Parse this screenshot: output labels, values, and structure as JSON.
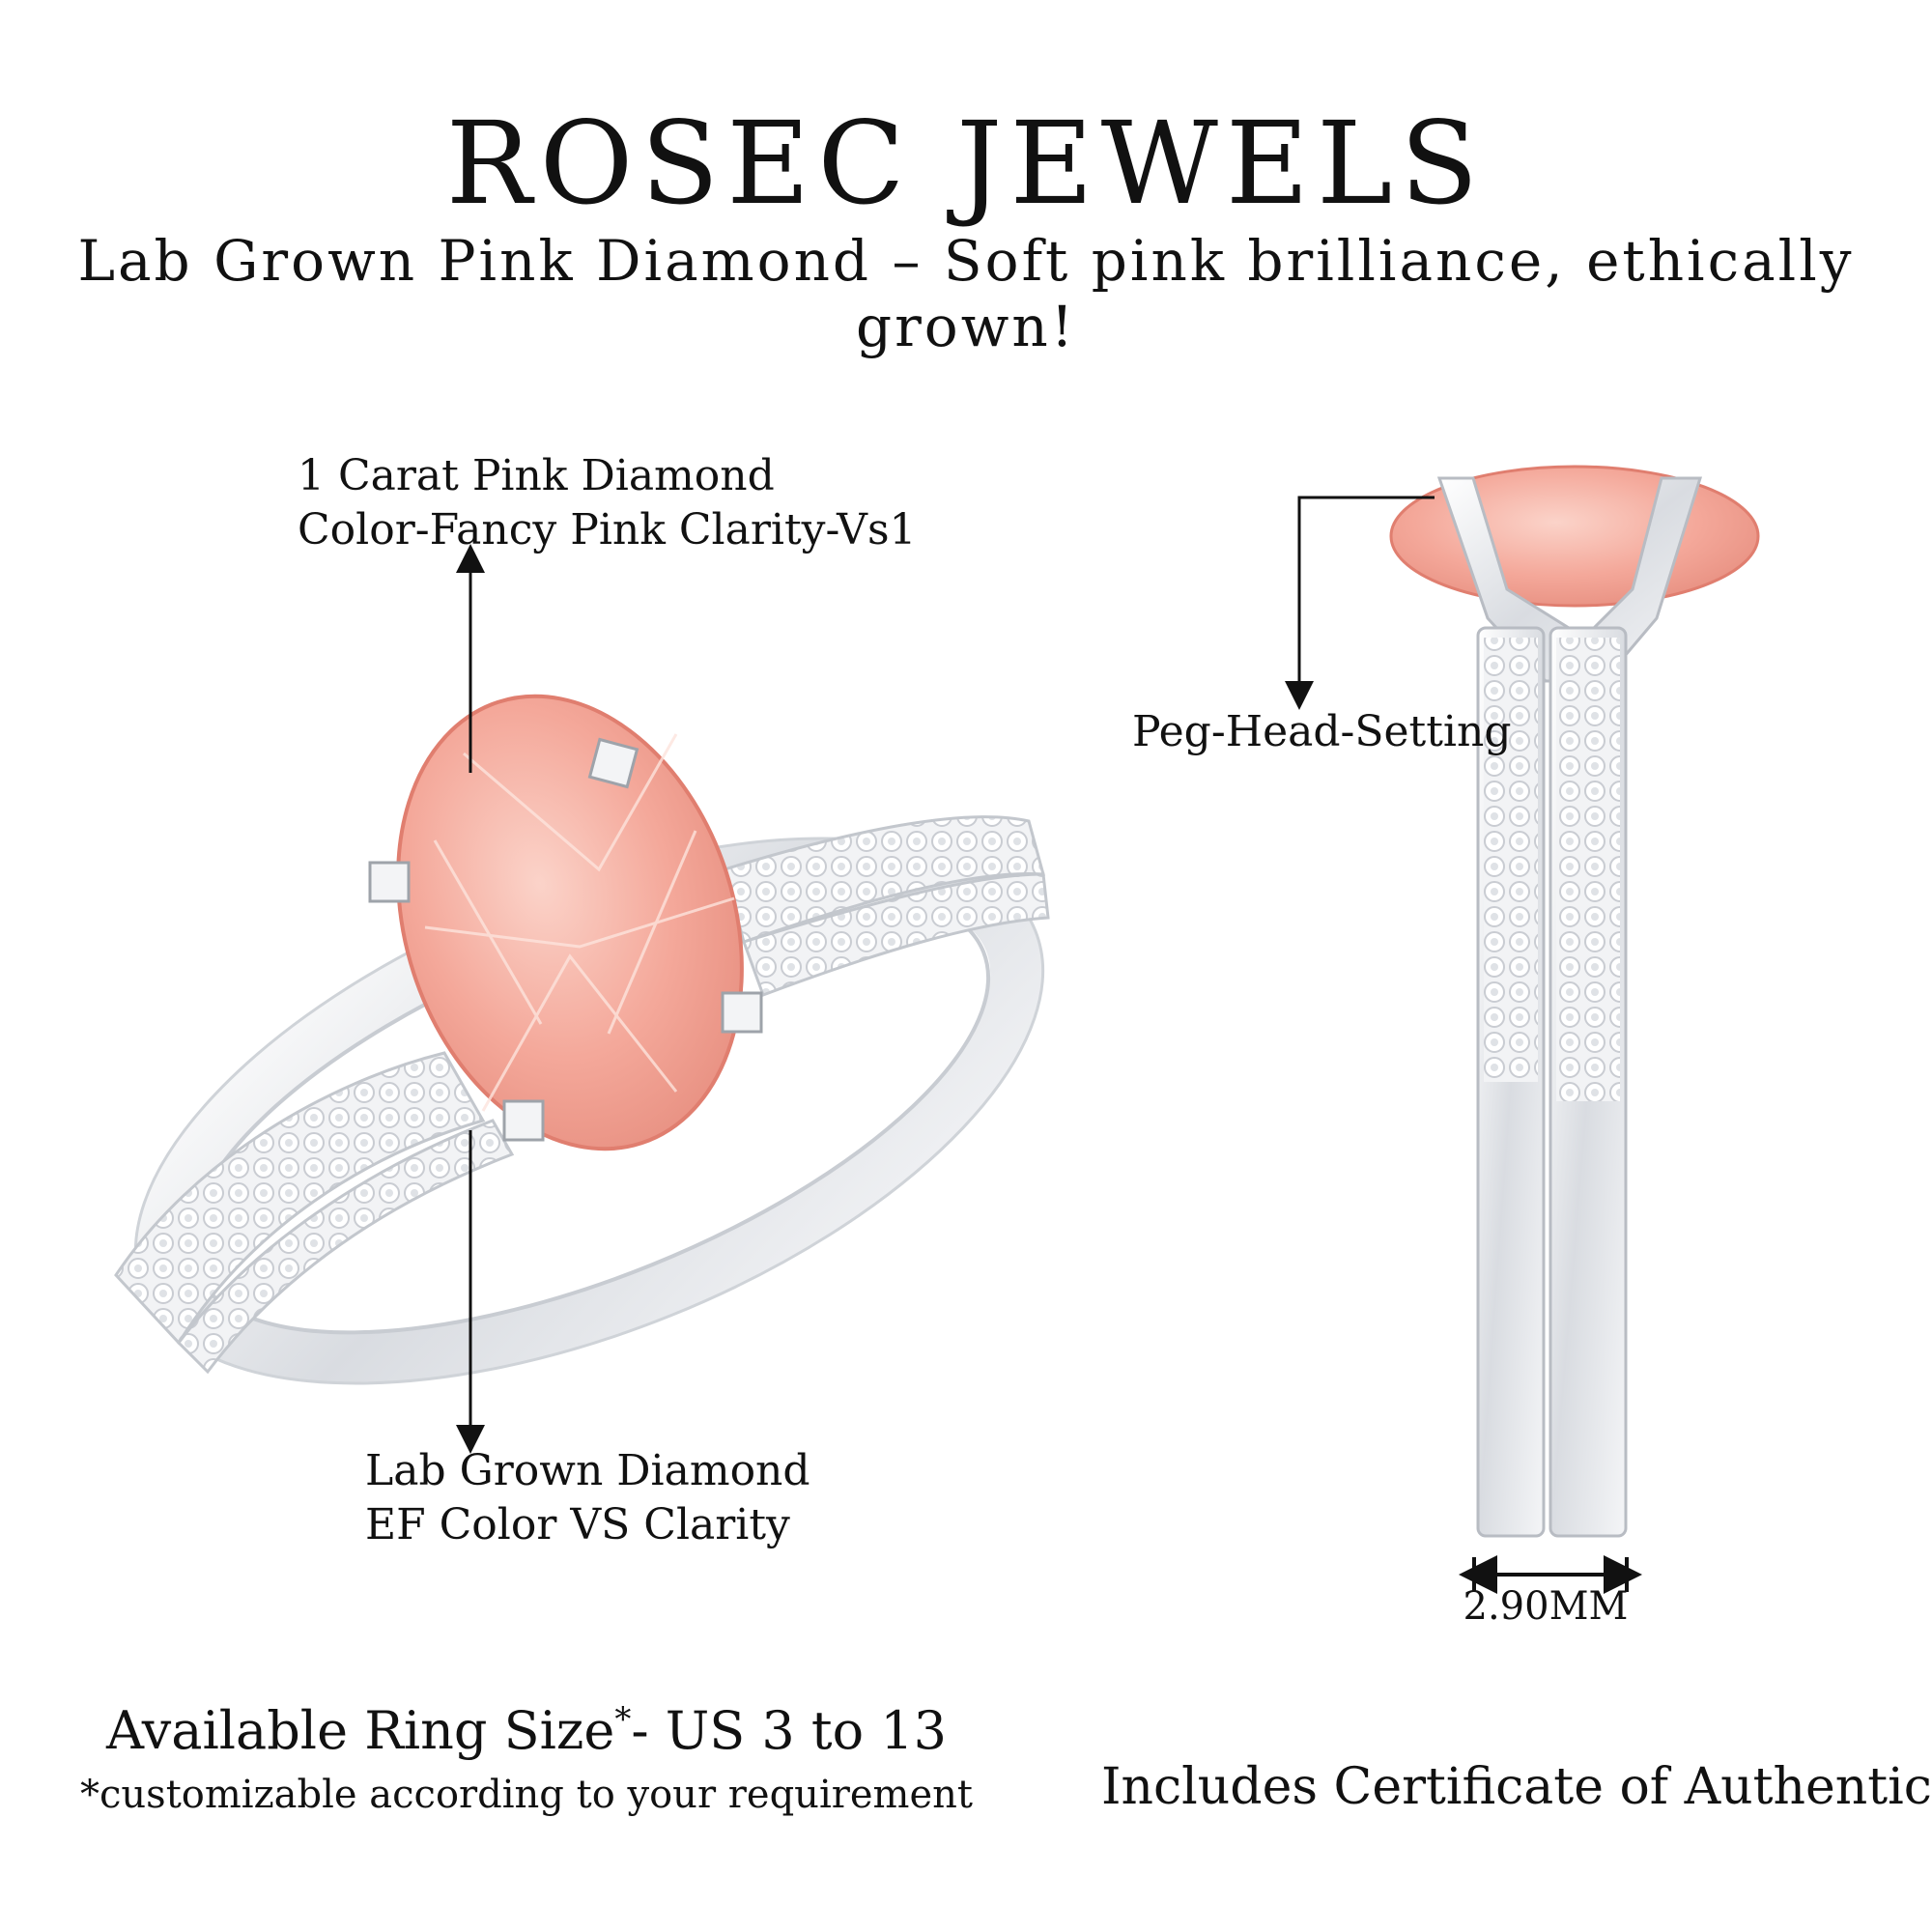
{
  "header": {
    "brand": "ROSEC JEWELS",
    "tagline": "Lab Grown Pink Diamond – Soft pink brilliance, ethically grown!"
  },
  "callouts": {
    "center_stone_line1": "1 Carat Pink Diamond",
    "center_stone_line2": "Color-Fancy Pink Clarity-Vs1",
    "side_stones_line1": "Lab Grown Diamond",
    "side_stones_line2": "EF Color VS Clarity",
    "setting": "Peg-Head-Setting",
    "band_width": "2.90MM"
  },
  "footer": {
    "ring_size_prefix": "Available Ring Size",
    "ring_size_asterisk": "*",
    "ring_size_suffix": "- US 3 to 13",
    "customize_note": "*customizable according to your requirement",
    "certificate": "Includes Certificate of Authenticity"
  },
  "colors": {
    "stone_pink": "#f4a89a",
    "metal": "#e6e8ec",
    "text": "#111111"
  }
}
